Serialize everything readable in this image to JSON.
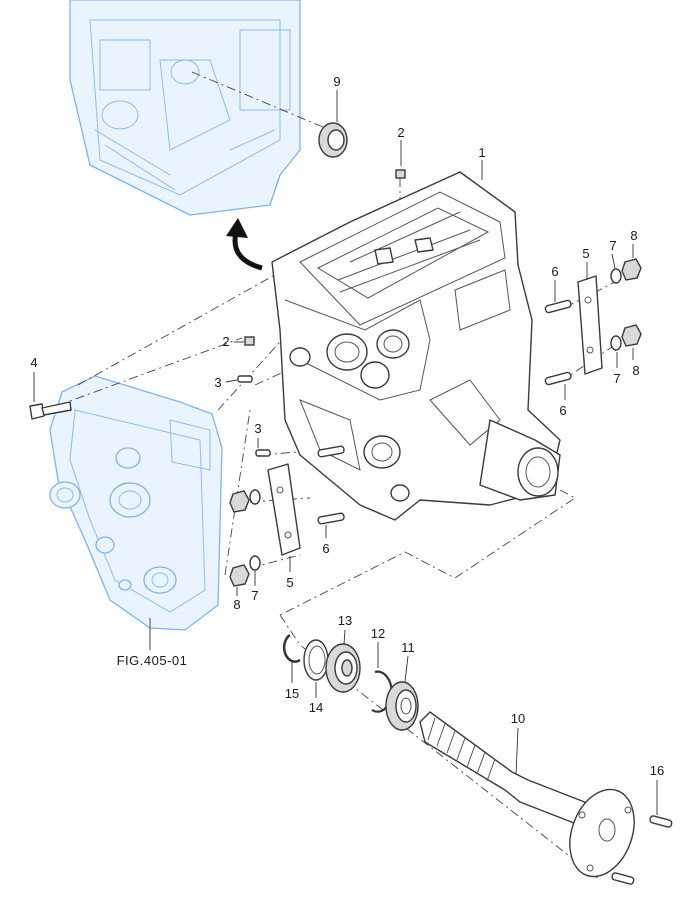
{
  "figure_reference": "FIG.405-01",
  "callouts": {
    "p1": "1",
    "p2a": "2",
    "p2b": "2",
    "p3a": "3",
    "p3b": "3",
    "p4": "4",
    "p5a": "5",
    "p5b": "5",
    "p6a": "6",
    "p6b": "6",
    "p6c": "6",
    "p7a": "7",
    "p7b": "7",
    "p7c": "7",
    "p8a": "8",
    "p8b": "8",
    "p8c": "8",
    "p9": "9",
    "p10": "10",
    "p11": "11",
    "p12": "12",
    "p13": "13",
    "p14": "14",
    "p15": "15",
    "p16": "16"
  },
  "colors": {
    "line": "#3a3a3a",
    "reference_part": "#7fb3f0"
  }
}
